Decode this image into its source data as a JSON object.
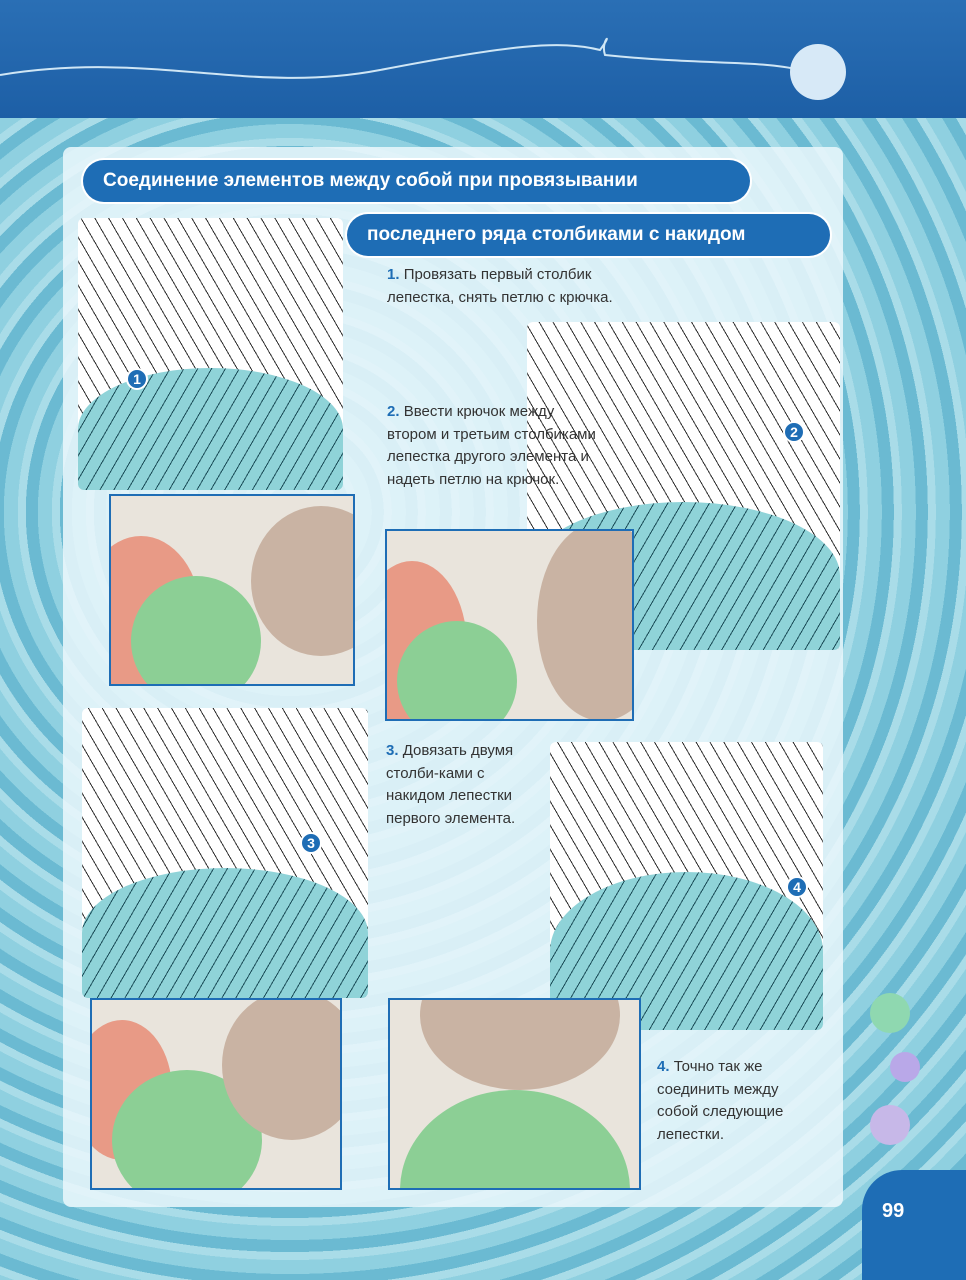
{
  "title_line1": "Соединение элементов между собой при провязывании",
  "title_line2": "последнего ряда столбиками с накидом",
  "steps": [
    {
      "n": "1.",
      "text": "Провязать первый столбик лепестка, снять петлю с крючка."
    },
    {
      "n": "2.",
      "text": "Ввести крючок между втором и третьим столбиками лепестка другого элемента и надеть петлю на крючок."
    },
    {
      "n": "3.",
      "text": "Довязать двумя столби-ками с накидом лепестки первого элемента."
    },
    {
      "n": "4.",
      "text": "Точно так же соединить между собой следующие лепестки."
    }
  ],
  "markers": [
    "1",
    "2",
    "3",
    "4"
  ],
  "page_number": "99",
  "colors": {
    "accent": "#1e6db5",
    "yarn_green": "#8ccf95",
    "yarn_beige": "#c9b3a3"
  }
}
